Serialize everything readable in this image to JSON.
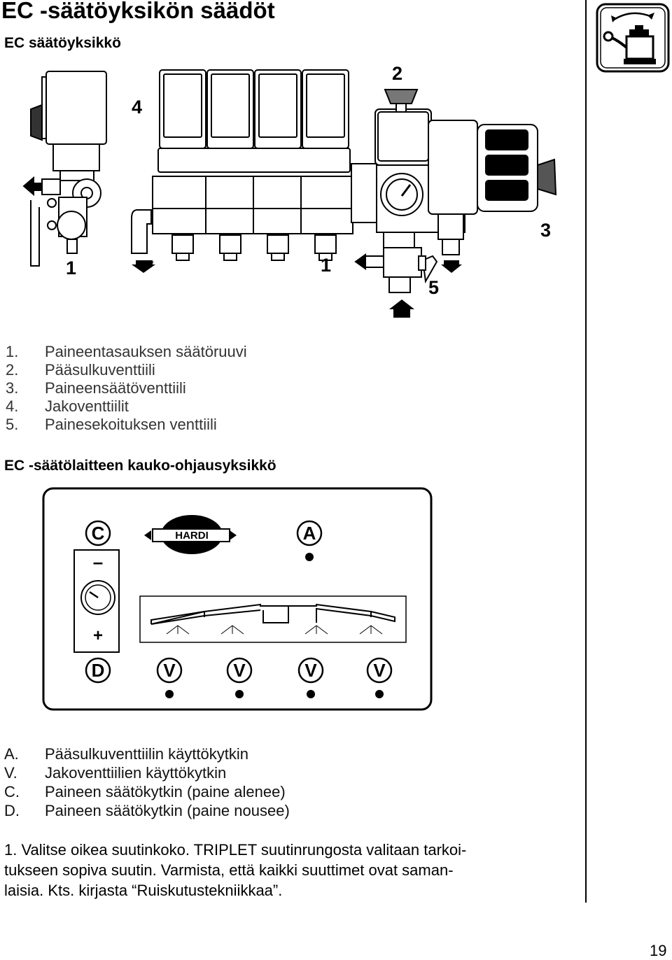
{
  "page": {
    "title": "EC -säätöyksikön säädöt",
    "subtitle": "EC säätöyksikkö",
    "page_number": "19"
  },
  "figure1": {
    "callouts": {
      "c1": "1",
      "c2": "2",
      "c3": "3",
      "c4": "4",
      "c5": "5"
    }
  },
  "parts": [
    {
      "num": "1.",
      "text": "Paineentasauksen säätöruuvi"
    },
    {
      "num": "2.",
      "text": "Pääsulkuventtiili"
    },
    {
      "num": "3.",
      "text": "Paineensäätöventtiili"
    },
    {
      "num": "4.",
      "text": "Jakoventtiilit"
    },
    {
      "num": "5.",
      "text": "Painesekoituksen venttiili"
    }
  ],
  "remote_heading": "EC -säätölaitteen kauko-ohjausyksikkö",
  "remote": {
    "brand": "HARDI",
    "key_c": "C",
    "key_d": "D",
    "key_a": "A",
    "key_v": "V",
    "minus": "–",
    "plus": "+"
  },
  "legend": [
    {
      "num": "A.",
      "text": "Pääsulkuventtiilin käyttökytkin"
    },
    {
      "num": "V.",
      "text": "Jakoventtiilien käyttökytkin"
    },
    {
      "num": "C.",
      "text": "Paineen säätökytkin (paine alenee)"
    },
    {
      "num": "D.",
      "text": "Paineen säätökytkin (paine nousee)"
    }
  ],
  "instruction": {
    "line1": "1.  Valitse oikea suutinkoko. TRIPLET suutinrungosta valitaan tarkoi-",
    "line2": "tukseen sopiva suutin. Varmista, että kaikki suuttimet ovat saman-",
    "line3": "laisia. Kts. kirjasta “Ruiskutustekniikkaa”."
  },
  "icons": {
    "manual_icon": "sprayer-adjust-icon"
  }
}
